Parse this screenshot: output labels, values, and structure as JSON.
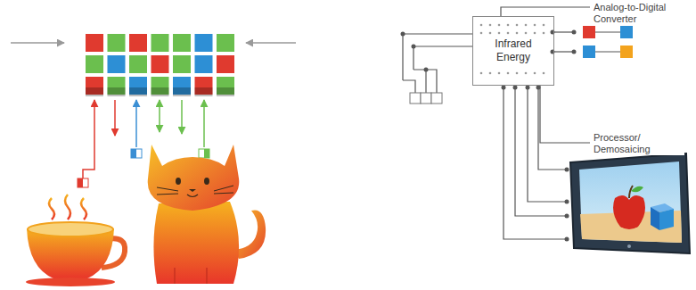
{
  "diagram": {
    "nodes": [
      {
        "text": [
          "Infrared Energy"
        ]
      }
    ],
    "labels": [
      "Analog-to-Digital Converter",
      "Processor/ Demosaicing"
    ]
  }
}
